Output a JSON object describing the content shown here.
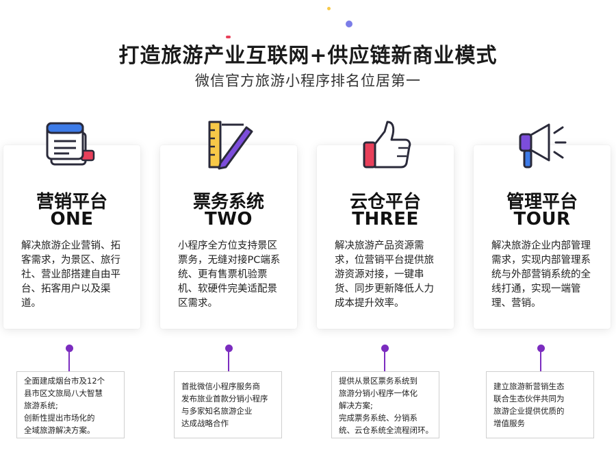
{
  "header": {
    "title": "打造旅游产业互联网+供应链新商业模式",
    "subtitle": "微信官方旅游小程序排名位居第一"
  },
  "cards": [
    {
      "title": "营销平台",
      "en": "ONE",
      "desc": "解决旅游企业营销、拓客需求，为景区、旅行社、营业部搭建自由平台、拓客用户以及渠道。",
      "note": "全面建成烟台市及12个\n县市区文旅局八大智慧\n旅游系统;\n创新性提出市场化的\n全域旅游解决方案。",
      "icon": "documents-icon"
    },
    {
      "title": "票务系统",
      "en": "TWO",
      "desc": "小程序全方位支持景区票务，无缝对接PC端系统、更有售票机验票机、软硬件完美适配景区需求。",
      "note": "首批微信小程序服务商\n发布旅业首款分销小程序\n与多家知名旅游企业\n达成战略合作",
      "icon": "ruler-pen-icon"
    },
    {
      "title": "云仓平台",
      "en": "THREE",
      "desc": "解决旅游产品资源需求，位营销平台提供旅游资源对接，一键串货、同步更新降低人力成本提升效率。",
      "note": "提供从景区票务系统到\n旅游分销小程序一体化\n解决方案;\n完成票务系统、分销系\n统、云仓系统全流程闭环。",
      "icon": "thumbs-up-icon"
    },
    {
      "title": "管理平台",
      "en": "TOUR",
      "desc": "解决旅游企业内部管理需求，实现内部管理系统与外部营销系统的全线打通，实现一端管理、营销。",
      "note": "建立旅游新营销生态\n联合生态伙伴共同为\n旅游企业提供优质的\n增值服务",
      "icon": "megaphone-icon"
    }
  ],
  "colors": {
    "accent": "#7b2cbf",
    "blue": "#3d7be8",
    "red": "#e8405a",
    "yellow": "#f7c948",
    "purple": "#7c4ddb"
  }
}
